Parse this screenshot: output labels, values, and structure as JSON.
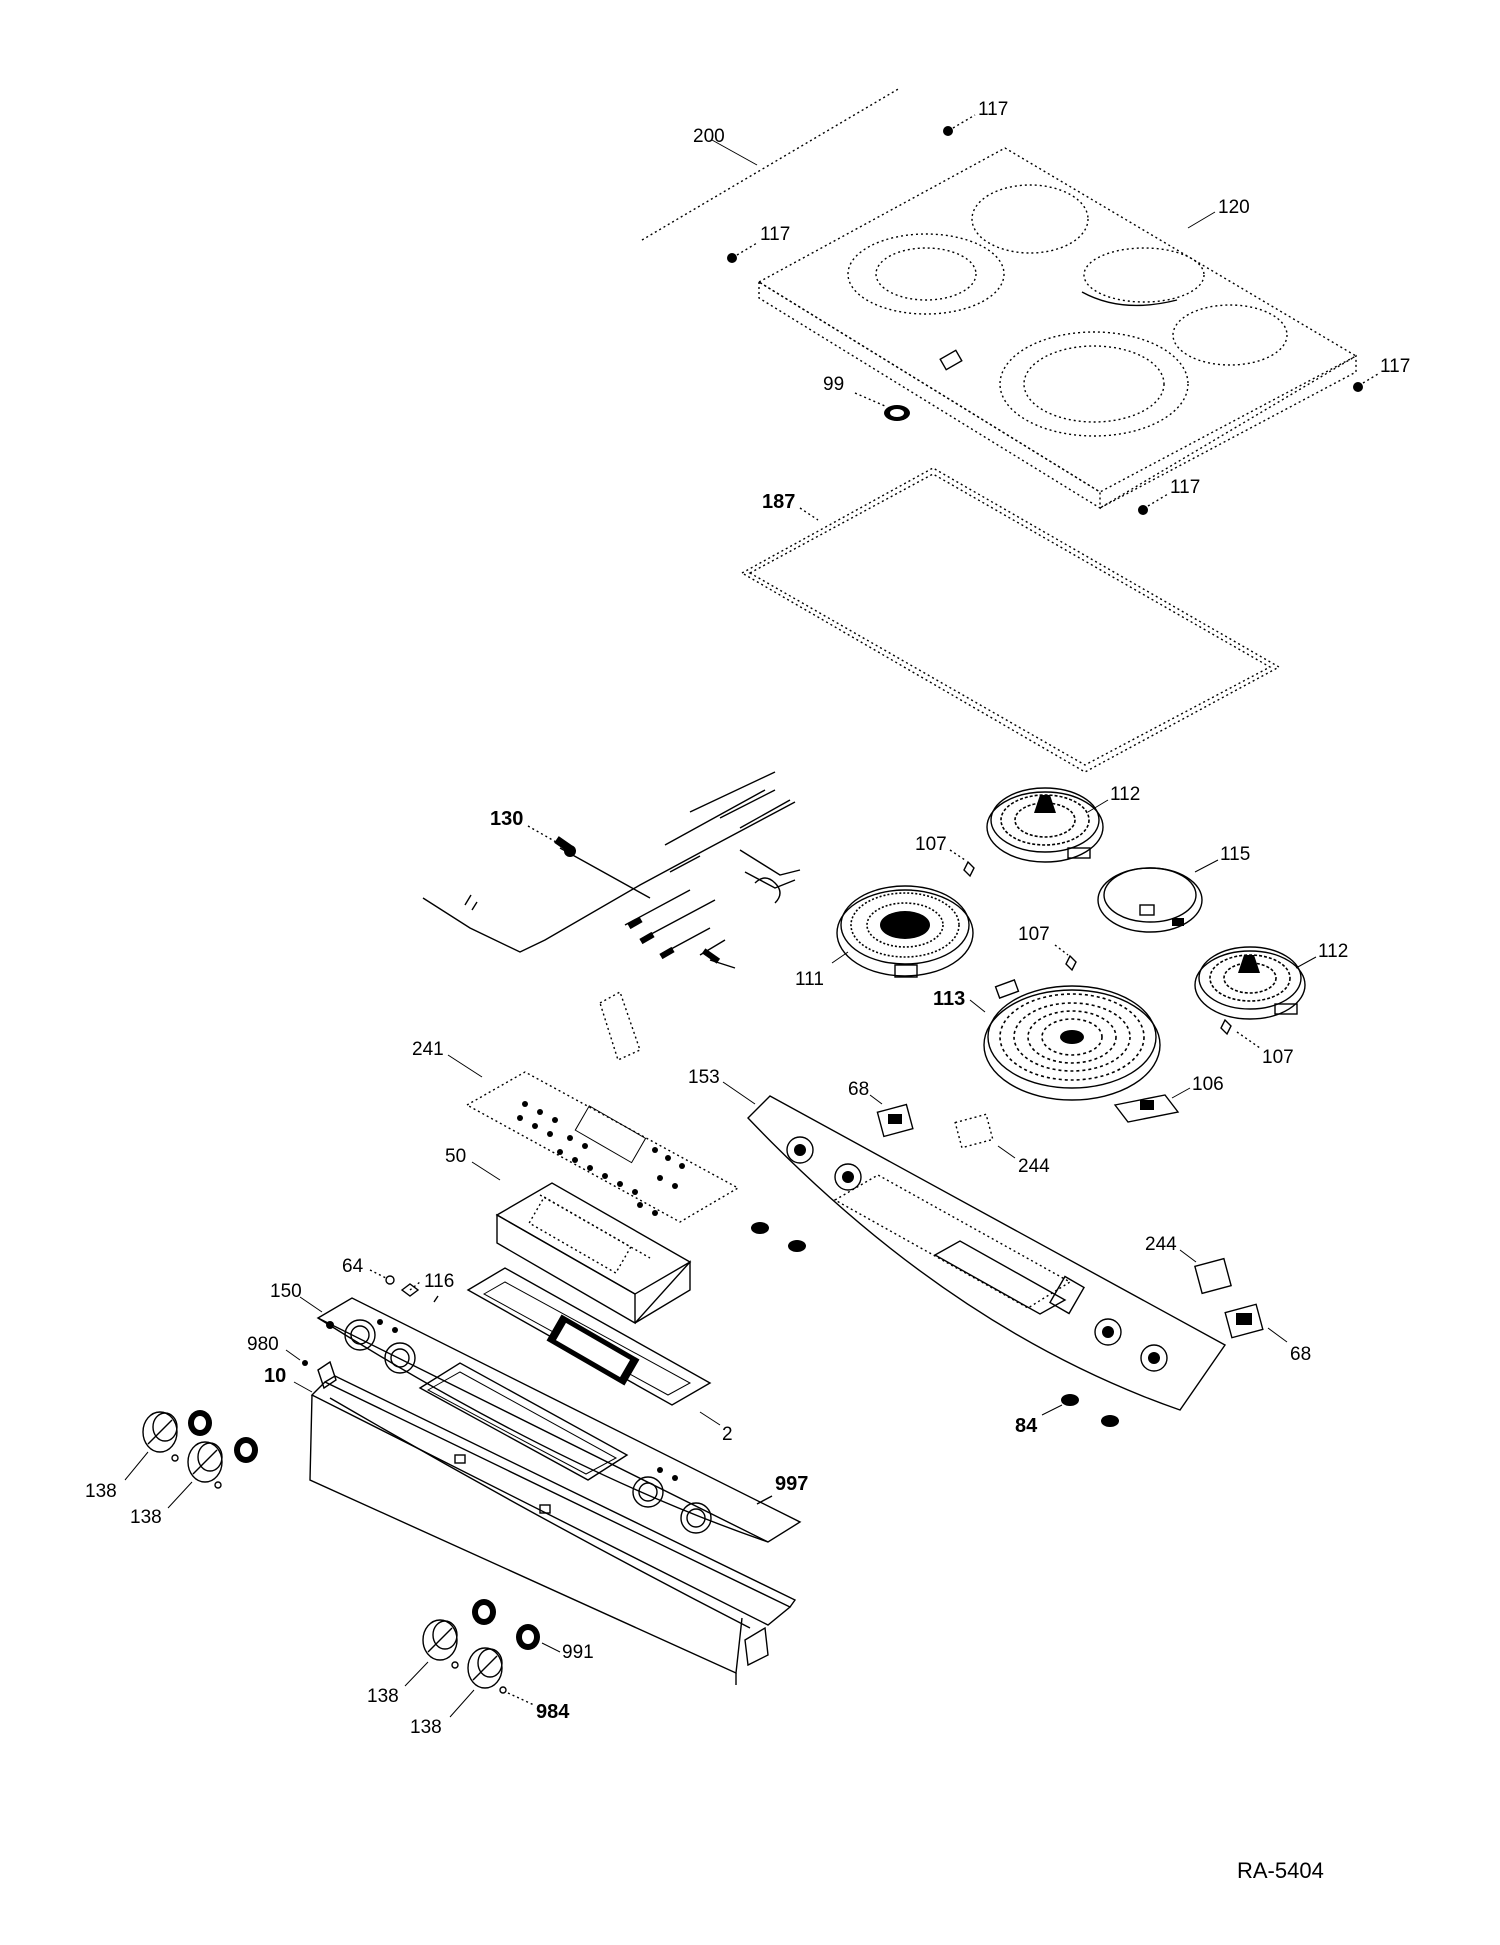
{
  "diagram_id": "RA-5404",
  "part_labels": [
    {
      "key": "l200",
      "text": "200",
      "bold": false
    },
    {
      "key": "l117a",
      "text": "117",
      "bold": false
    },
    {
      "key": "l117b",
      "text": "117",
      "bold": false
    },
    {
      "key": "l120",
      "text": "120",
      "bold": false
    },
    {
      "key": "l117c",
      "text": "117",
      "bold": false
    },
    {
      "key": "l99",
      "text": "99",
      "bold": false
    },
    {
      "key": "l117d",
      "text": "117",
      "bold": false
    },
    {
      "key": "l187",
      "text": "187",
      "bold": true
    },
    {
      "key": "l130",
      "text": "130",
      "bold": true
    },
    {
      "key": "l112a",
      "text": "112",
      "bold": false
    },
    {
      "key": "l115",
      "text": "115",
      "bold": false
    },
    {
      "key": "l107a",
      "text": "107",
      "bold": false
    },
    {
      "key": "l107b",
      "text": "107",
      "bold": false
    },
    {
      "key": "l112b",
      "text": "112",
      "bold": false
    },
    {
      "key": "l111",
      "text": "111",
      "bold": false
    },
    {
      "key": "l113",
      "text": "113",
      "bold": true
    },
    {
      "key": "l107c",
      "text": "107",
      "bold": false
    },
    {
      "key": "l241",
      "text": "241",
      "bold": false
    },
    {
      "key": "l153",
      "text": "153",
      "bold": false
    },
    {
      "key": "l68a",
      "text": "68",
      "bold": false
    },
    {
      "key": "l106",
      "text": "106",
      "bold": false
    },
    {
      "key": "l244a",
      "text": "244",
      "bold": false
    },
    {
      "key": "l50",
      "text": "50",
      "bold": false
    },
    {
      "key": "l244b",
      "text": "244",
      "bold": false
    },
    {
      "key": "l64",
      "text": "64",
      "bold": false
    },
    {
      "key": "l116",
      "text": "116",
      "bold": false
    },
    {
      "key": "l150",
      "text": "150",
      "bold": false
    },
    {
      "key": "l980",
      "text": "980",
      "bold": false
    },
    {
      "key": "l68b",
      "text": "68",
      "bold": false
    },
    {
      "key": "l10",
      "text": "10",
      "bold": true
    },
    {
      "key": "l2",
      "text": "2",
      "bold": false
    },
    {
      "key": "l84",
      "text": "84",
      "bold": true
    },
    {
      "key": "l138a",
      "text": "138",
      "bold": false
    },
    {
      "key": "l138b",
      "text": "138",
      "bold": false
    },
    {
      "key": "l997",
      "text": "997",
      "bold": true
    },
    {
      "key": "l138c",
      "text": "138",
      "bold": false
    },
    {
      "key": "l991",
      "text": "991",
      "bold": false
    },
    {
      "key": "l138d",
      "text": "138",
      "bold": false
    },
    {
      "key": "l984",
      "text": "984",
      "bold": true
    }
  ]
}
